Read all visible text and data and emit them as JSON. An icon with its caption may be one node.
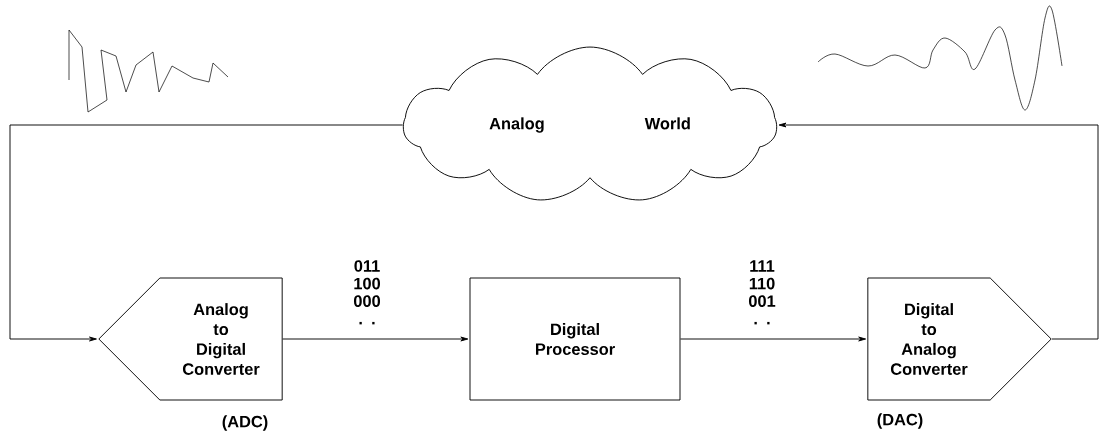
{
  "diagram": {
    "nodes": [
      {
        "text": [
          "Analog World"
        ]
      },
      {
        "text": [
          "Analog to Digital Converter"
        ],
        "beside": [
          "(ADC)"
        ]
      },
      {
        "text": [
          "Digital Processor"
        ]
      },
      {
        "text": [
          "Digital to Analog Converter"
        ],
        "beside": [
          "(DAC)"
        ]
      }
    ],
    "edges": [
      {
        "from": 0,
        "to": 1,
        "arrow": "to"
      },
      {
        "from": 1,
        "to": 2,
        "arrow": "to",
        "label": "011 100 000 . ."
      },
      {
        "from": 2,
        "to": 3,
        "arrow": "to",
        "label": "111 110 001 . ."
      },
      {
        "from": 3,
        "to": 0,
        "arrow": "to"
      }
    ]
  }
}
